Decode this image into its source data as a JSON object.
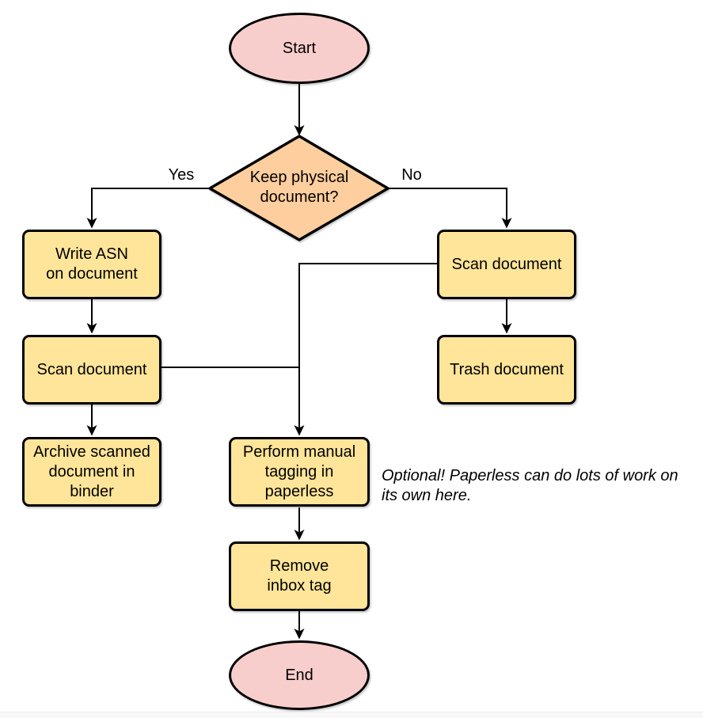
{
  "flowchart": {
    "nodes": {
      "start": "Start",
      "decision": [
        "Keep physical",
        "document?"
      ],
      "write_asn": [
        "Write ASN",
        "on document"
      ],
      "scan_yes": "Scan document",
      "archive": [
        "Archive scanned",
        "document in",
        "binder"
      ],
      "scan_no": "Scan document",
      "trash": "Trash document",
      "tagging": [
        "Perform manual",
        "tagging in",
        "paperless"
      ],
      "remove_inbox": [
        "Remove",
        "inbox tag"
      ],
      "end": "End"
    },
    "branch_labels": {
      "yes": "Yes",
      "no": "No"
    },
    "note": [
      "Optional! Paperless can do lots of work on",
      "its own here."
    ],
    "colors": {
      "terminator_fill": "#f8cecc",
      "decision_fill": "#ffce9e",
      "process_fill": "#ffe599",
      "stroke": "#000000"
    }
  }
}
